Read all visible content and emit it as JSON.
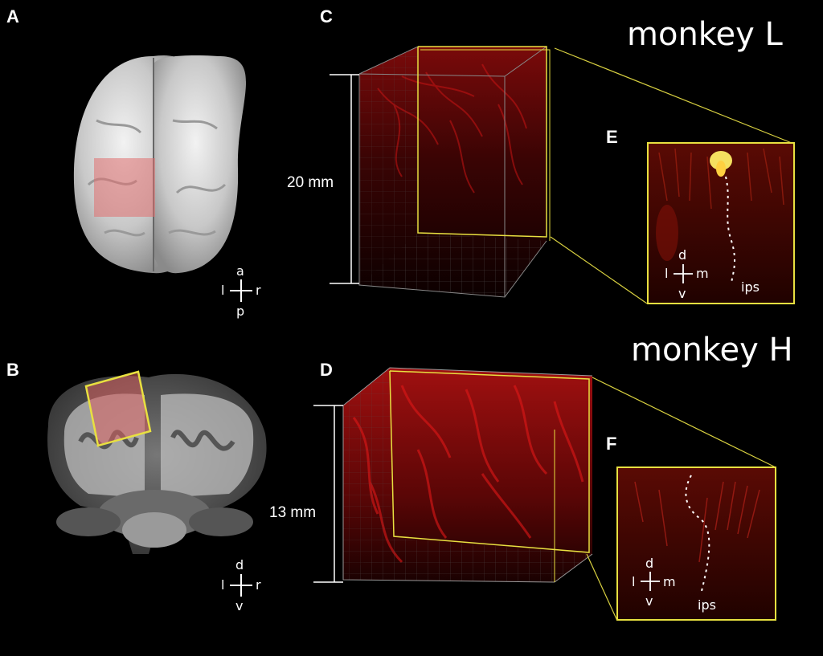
{
  "panels": {
    "a": "A",
    "b": "B",
    "c": "C",
    "d": "D",
    "e": "E",
    "f": "F"
  },
  "titles": {
    "monkey_l": "monkey L",
    "monkey_h": "monkey H"
  },
  "scale_bars": {
    "c": "20 mm",
    "d": "13 mm"
  },
  "orientation_top": {
    "up": "a",
    "down": "p",
    "left": "l",
    "right": "r"
  },
  "orientation_bottom": {
    "up": "d",
    "down": "v",
    "left": "l",
    "right": "r"
  },
  "orientation_inset": {
    "up": "d",
    "down": "v",
    "left": "l",
    "right": "m"
  },
  "sulcus_label": "ips",
  "colors": {
    "highlight": "#e8e040",
    "vessel": "#c81414",
    "roi": "#d86060"
  }
}
